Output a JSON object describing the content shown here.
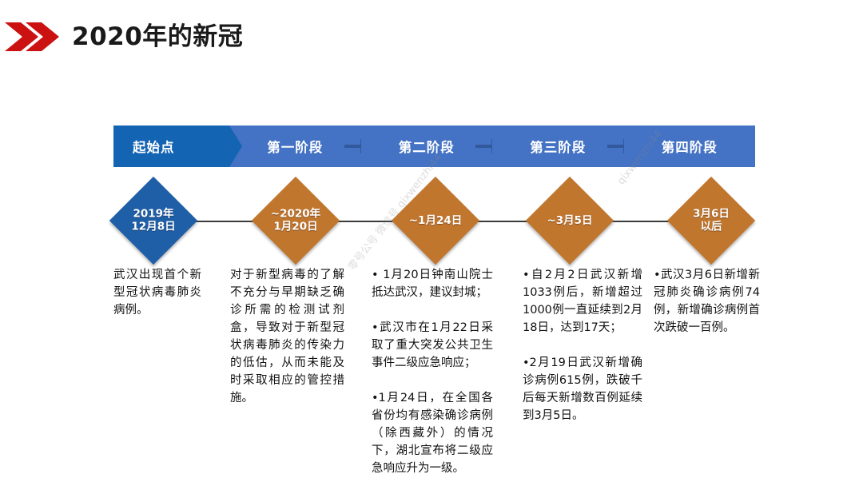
{
  "title": {
    "text": "2020年的新冠",
    "accent_color": "#cc1111",
    "icon": "double-chevron-right-icon"
  },
  "phase_bar": {
    "accent_start_color": "#1464b4",
    "accent_color": "#4472c4",
    "arrow_color": "#2f5597",
    "segments": [
      {
        "label": "起始点"
      },
      {
        "label": "第一阶段"
      },
      {
        "label": "第二阶段"
      },
      {
        "label": "第三阶段"
      },
      {
        "label": "第四阶段"
      }
    ]
  },
  "timeline": {
    "line_color": "#3a3a3a",
    "nodes": [
      {
        "label": "2019年\n12月8日",
        "color": "#1f5fa8"
      },
      {
        "label": "~2020年\n1月20日",
        "color": "#c1762e"
      },
      {
        "label": "~1月24日",
        "color": "#c1762e"
      },
      {
        "label": "~3月5日",
        "color": "#c1762e"
      },
      {
        "label": "3月6日\n以后",
        "color": "#c1762e"
      }
    ]
  },
  "columns": [
    {
      "text": "武汉出现首个新型冠状病毒肺炎病例。"
    },
    {
      "text": "对于新型病毒的了解不充分与早期缺乏确诊所需的检测试剂盒，导致对于新型冠状病毒肺炎的传染力的低估，从而未能及时采取相应的管控措施。"
    },
    {
      "text": "• 1月20日钟南山院士抵达武汉，建议封城；\n\n•武汉市在1月22日采取了重大突发公共卫生事件二级应急响应；\n\n•1月24日，在全国各省份均有感染确诊病例（除西藏外）的情况下，湖北宣布将二级应急响应升为一级。"
    },
    {
      "text": "•自2月2日武汉新增1033例后，新增超过1000例一直延续到2月18日，达到17天；\n\n•2月19日武汉新增确诊病例615例，跌破千后每天新增数百例延续到3月5日。"
    },
    {
      "text": "•武汉3月6日新增新冠肺炎确诊病例74例，新增确诊病例首次跌破一百例。"
    }
  ],
  "watermarks": [
    {
      "text": "零号公号 微信号 qixwenzhi44"
    },
    {
      "text": "qixwenzhi44"
    }
  ]
}
